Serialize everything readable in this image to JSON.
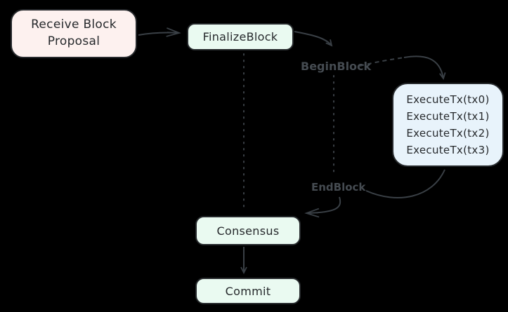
{
  "diagram": {
    "description": "Block finalization flow diagram on black background",
    "colors": {
      "background": "#000000",
      "connector_stroke": "#3a4046",
      "flow_label_text": "#454b51",
      "node_border": "#26292c",
      "node_text": "#26292c",
      "fill_pink": "#fdf1ef",
      "fill_green": "#eafaf1",
      "fill_blue": "#e8f3fb"
    },
    "nodes": {
      "receive": {
        "line1": "Receive Block",
        "line2": "Proposal"
      },
      "finalize": {
        "label": "FinalizeBlock"
      },
      "execute": {
        "lines": [
          "ExecuteTx(tx0)",
          "ExecuteTx(tx1)",
          "ExecuteTx(tx2)",
          "ExecuteTx(tx3)"
        ]
      },
      "consensus": {
        "label": "Consensus"
      },
      "commit": {
        "label": "Commit"
      }
    },
    "labels": {
      "begin_block": "BeginBlock",
      "end_block": "EndBlock"
    }
  }
}
